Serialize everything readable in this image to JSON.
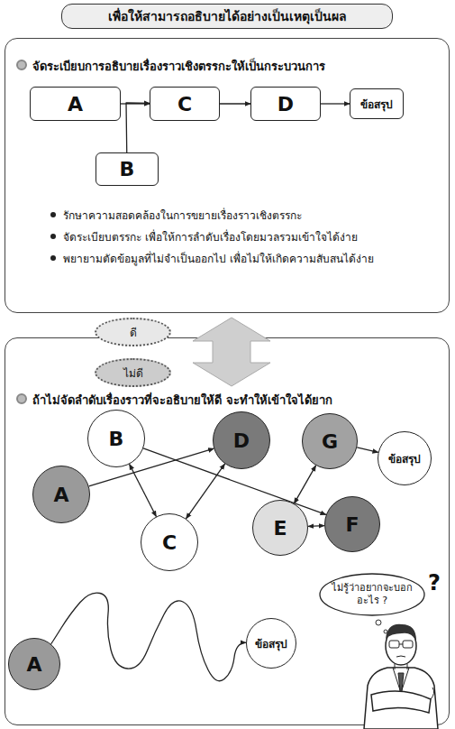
{
  "diagram": {
    "title": "เพื่อให้สามารถอธิบายได้อย่างเป็นเหตุเป็นผล",
    "nodes": [
      {
        "text": [
          "จัดระเบียบการอธิบายเรื่องราวเชิงตรรกะให้เป็นกระบวนการ"
        ]
      },
      {
        "text": [
          "A"
        ],
        "in": 0
      },
      {
        "text": [
          "C"
        ],
        "in": 0
      },
      {
        "text": [
          "D"
        ],
        "in": 0
      },
      {
        "text": [
          "ข้อสรุป"
        ],
        "in": 0
      },
      {
        "text": [
          "B"
        ],
        "in": 0
      },
      {
        "text": [
          "ดี"
        ]
      },
      {
        "text": [
          "ไม่ดี"
        ]
      },
      {
        "text": [
          "ถ้าไม่จัดลำดับเรื่องราวที่จะอธิบายให้ดี จะทำให้เข้าใจได้ยาก"
        ]
      },
      {
        "text": [
          "B"
        ],
        "in": 8
      },
      {
        "text": [
          "D"
        ],
        "in": 8
      },
      {
        "text": [
          "G"
        ],
        "in": 8
      },
      {
        "text": [
          "ข้อสรุป"
        ],
        "in": 8
      },
      {
        "text": [
          "A"
        ],
        "in": 8
      },
      {
        "text": [
          "C"
        ],
        "in": 8
      },
      {
        "text": [
          "E"
        ],
        "in": 8
      },
      {
        "text": [
          "F"
        ],
        "in": 8
      },
      {
        "text": [
          "A"
        ],
        "in": 8
      },
      {
        "text": [
          "ข้อสรุป"
        ],
        "in": 8
      },
      {
        "text": [
          "ไม่รู้ว่าอยากจะบอก อะไร ?"
        ],
        "in": 8
      }
    ],
    "edges": [
      {
        "from": 1,
        "to": 2,
        "arrow": "to"
      },
      {
        "from": 5,
        "to": 2,
        "arrow": "to"
      },
      {
        "from": 2,
        "to": 3,
        "arrow": "to"
      },
      {
        "from": 3,
        "to": 4,
        "arrow": "to"
      },
      {
        "from": 13,
        "to": 10,
        "arrow": "to"
      },
      {
        "from": 9,
        "to": 14,
        "arrow": "both"
      },
      {
        "from": 10,
        "to": 14,
        "arrow": "both"
      },
      {
        "from": 9,
        "to": 16,
        "arrow": "to"
      },
      {
        "from": 15,
        "to": 11,
        "arrow": "both"
      },
      {
        "from": 15,
        "to": 16,
        "arrow": "both"
      },
      {
        "from": 11,
        "to": 12,
        "arrow": "to"
      },
      {
        "from": 17,
        "to": 18,
        "arrow": "to"
      }
    ],
    "labels": [
      "รักษาความสอดคล้องในการขยายเรื่องราวเชิงตรรกะ",
      "จัดระเบียบตรรกะ เพื่อให้การลำดับเรื่องโดยมวลรวมเข้าใจได้ง่าย",
      "พยายามตัดข้อมูลที่ไม่จำเป็นออกไป เพื่อไม่ให้เกิดความสับสนได้ง่าย",
      "?"
    ]
  }
}
